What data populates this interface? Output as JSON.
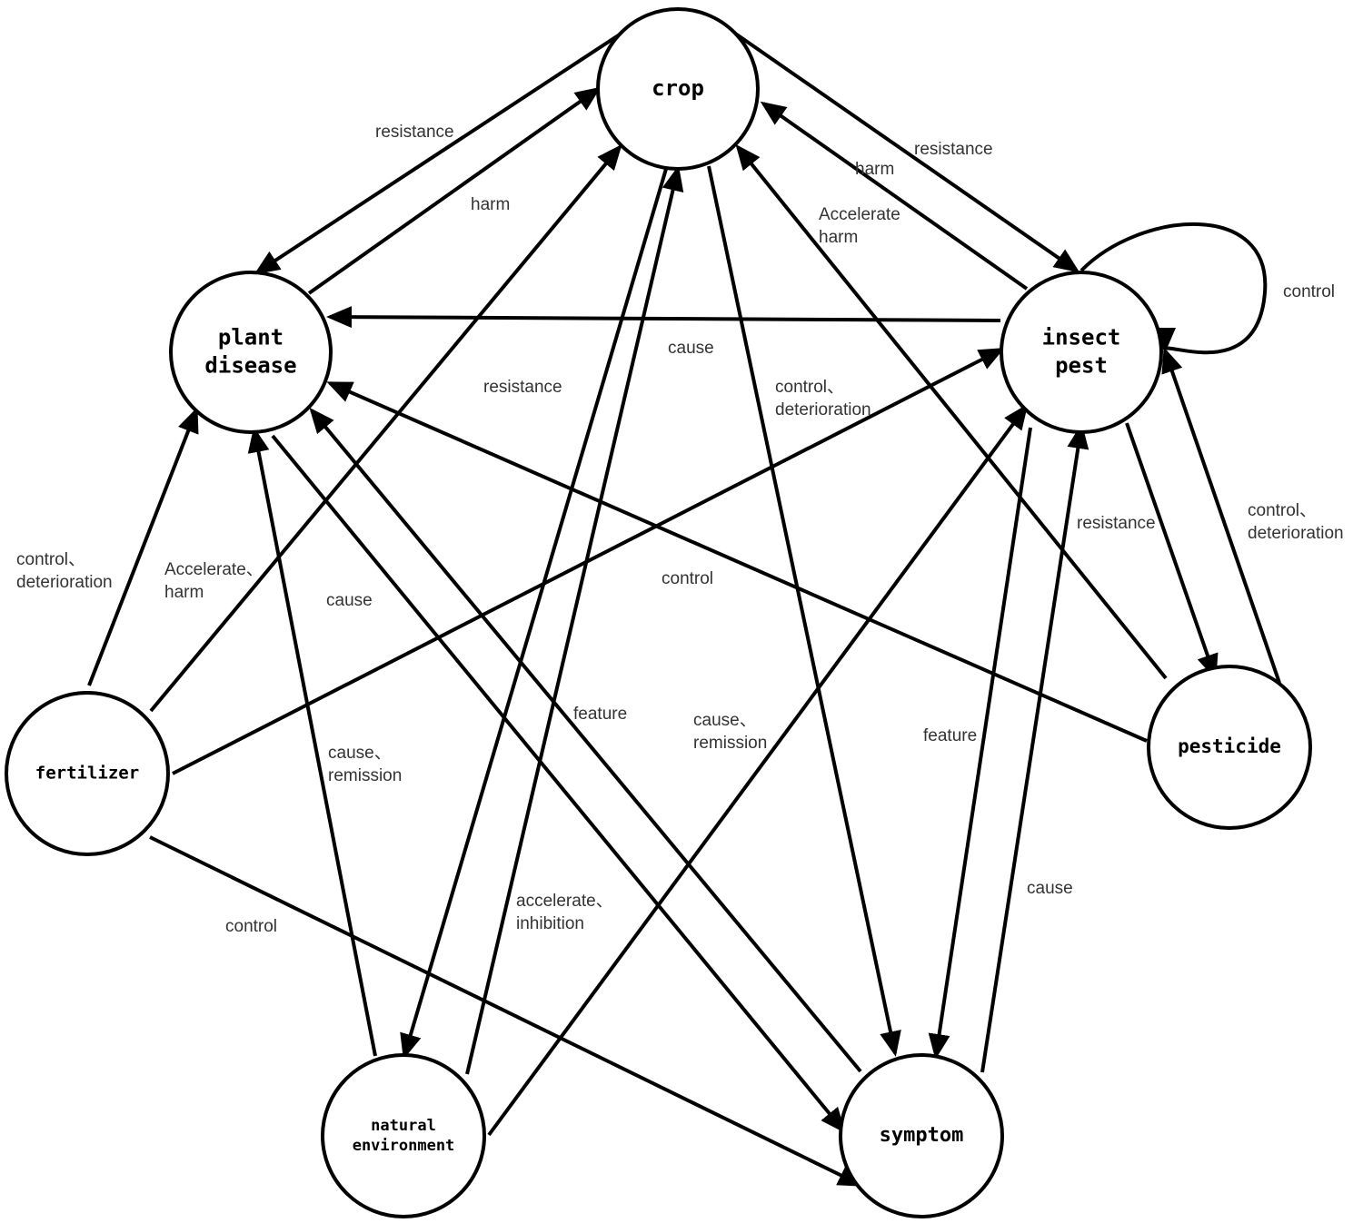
{
  "nodes": [
    {
      "id": "crop",
      "lines": [
        "crop"
      ]
    },
    {
      "id": "plant-disease",
      "lines": [
        "plant",
        "disease"
      ]
    },
    {
      "id": "insect-pest",
      "lines": [
        "insect",
        "pest"
      ]
    },
    {
      "id": "fertilizer",
      "lines": [
        "fertilizer"
      ]
    },
    {
      "id": "pesticide",
      "lines": [
        "pesticide"
      ]
    },
    {
      "id": "natural-environment",
      "lines": [
        "natural",
        "environment"
      ]
    },
    {
      "id": "symptom",
      "lines": [
        "symptom"
      ]
    }
  ],
  "edge_labels": [
    {
      "id": "crop-to-plant-disease-resistance",
      "lines": [
        "resistance"
      ]
    },
    {
      "id": "plant-disease-to-crop-harm",
      "lines": [
        "harm"
      ]
    },
    {
      "id": "crop-to-insect-pest-resistance",
      "lines": [
        "resistance"
      ]
    },
    {
      "id": "insect-pest-to-crop-harm",
      "lines": [
        "harm"
      ]
    },
    {
      "id": "pesticide-to-crop-accelerate-harm",
      "lines": [
        "Accelerate",
        "harm"
      ]
    },
    {
      "id": "insect-pest-self-control",
      "lines": [
        "control"
      ]
    },
    {
      "id": "insect-pest-to-plant-disease-cause",
      "lines": [
        "cause"
      ]
    },
    {
      "id": "crop-to-natural-environment-resistance",
      "lines": [
        "resistance"
      ]
    },
    {
      "id": "crop-to-symptom-control-deterioration",
      "lines": [
        "control、",
        "deterioration"
      ]
    },
    {
      "id": "insect-pest-to-pesticide-resistance",
      "lines": [
        "resistance"
      ]
    },
    {
      "id": "pesticide-to-insect-pest-control-deterioration",
      "lines": [
        "control、",
        "deterioration"
      ]
    },
    {
      "id": "fertilizer-to-plant-disease-control-deterioration",
      "lines": [
        "control、",
        "deterioration"
      ]
    },
    {
      "id": "fertilizer-to-crop-accelerate-harm",
      "lines": [
        "Accelerate、",
        "harm"
      ]
    },
    {
      "id": "plant-disease-to-symptom-cause",
      "lines": [
        "cause"
      ]
    },
    {
      "id": "pesticide-to-plant-disease-control",
      "lines": [
        "control"
      ]
    },
    {
      "id": "symptom-to-plant-disease-feature",
      "lines": [
        "feature"
      ]
    },
    {
      "id": "natural-environment-to-insect-pest-cause-remission",
      "lines": [
        "cause、",
        "remission"
      ]
    },
    {
      "id": "insect-pest-to-symptom-feature",
      "lines": [
        "feature"
      ]
    },
    {
      "id": "natural-environment-to-plant-disease-cause-remission",
      "lines": [
        "cause、",
        "remission"
      ]
    },
    {
      "id": "natural-environment-to-crop-accelerate-inhibition",
      "lines": [
        "accelerate、",
        "inhibition"
      ]
    },
    {
      "id": "symptom-to-insect-pest-cause",
      "lines": [
        "cause"
      ]
    },
    {
      "id": "fertilizer-to-symptom-control",
      "lines": [
        "control"
      ]
    }
  ]
}
